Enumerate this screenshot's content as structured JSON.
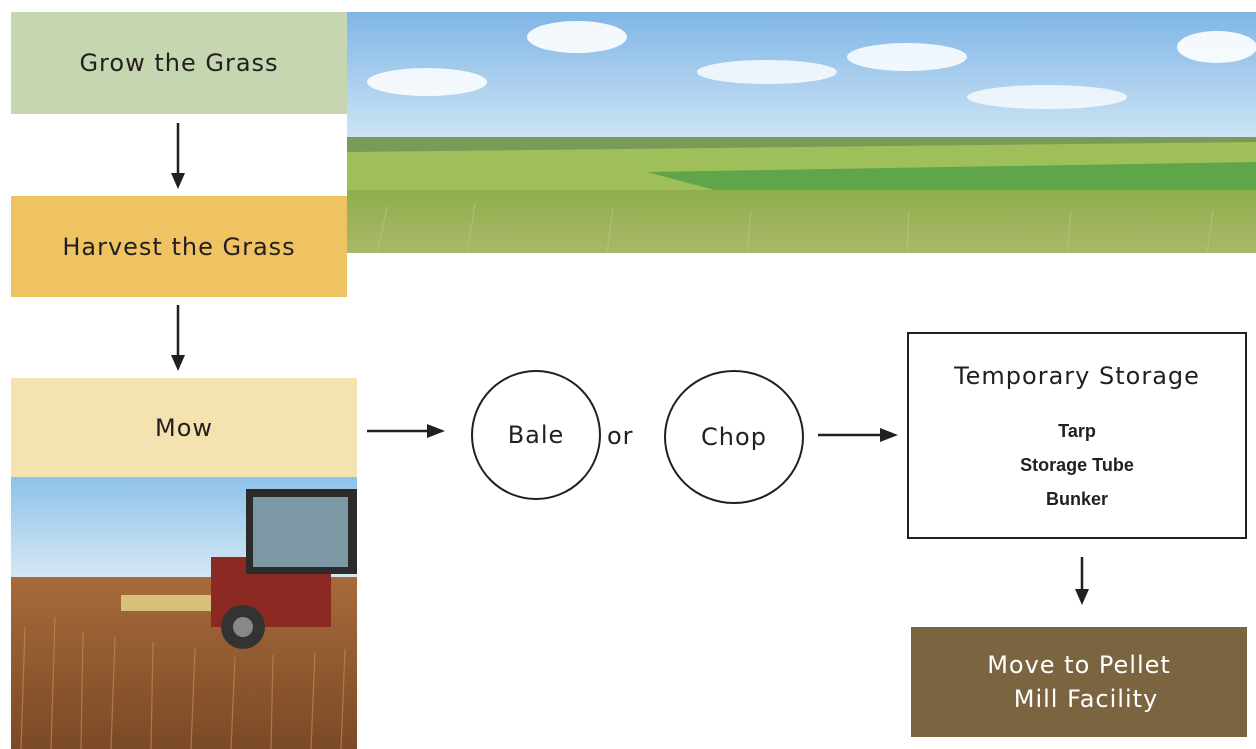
{
  "steps": {
    "grow": "Grow the Grass",
    "harvest": "Harvest the Grass",
    "mow": "Mow"
  },
  "options": {
    "bale": "Bale",
    "or": "or",
    "chop": "Chop"
  },
  "storage": {
    "title": "Temporary Storage",
    "items": [
      "Tarp",
      "Storage Tube",
      "Bunker"
    ]
  },
  "final": {
    "line1": "Move to Pellet",
    "line2": "Mill Facility"
  },
  "colors": {
    "grow_box": "#c5d6b0",
    "harvest_box": "#efc262",
    "mow_box": "#f4e3b1",
    "final_box": "#7a6540"
  },
  "images": {
    "prairie_photo": "prairie-landscape-photo",
    "tractor_photo": "mowing-tractor-photo"
  }
}
